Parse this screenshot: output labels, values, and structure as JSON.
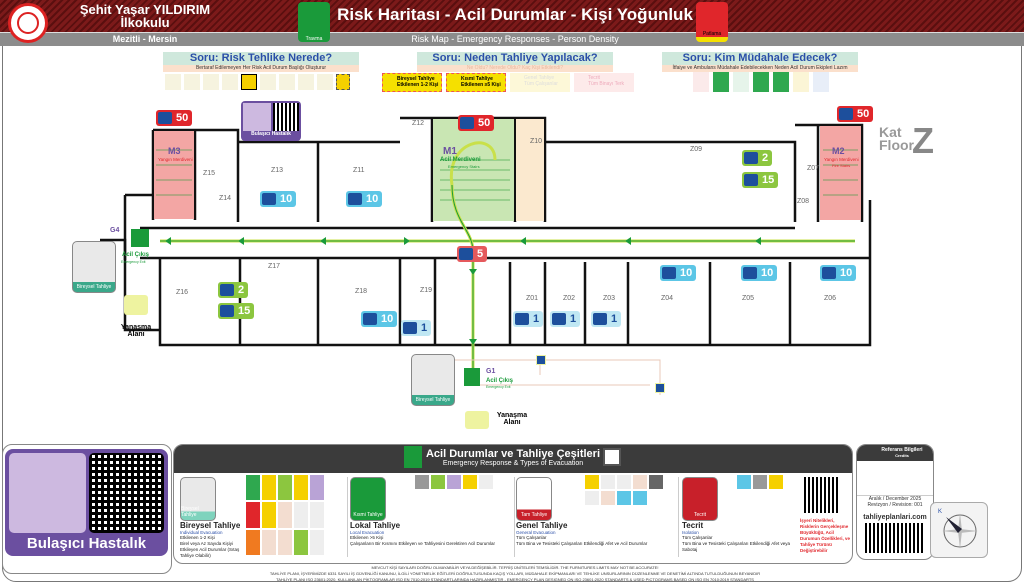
{
  "header": {
    "school_line1": "Şehit Yaşar YILDIRIM",
    "school_line2": "İlkokulu",
    "location": "Mezitli - Mersin",
    "title": "Risk Haritası - Acil Durumlar - Kişi Yoğunluk",
    "subtitle": "Risk Map - Emergency Responses - Person Density",
    "left_icon_label": "Travma",
    "right_icon_label": "Patlama"
  },
  "questions": [
    {
      "title": "Soru: Risk Tehlike Nerede?",
      "sub": "Bertaraf Edilemeyen Her Risk Acil Durum Başlığı Oluşturur"
    },
    {
      "title": "Soru: Neden Tahliye Yapılacak?",
      "sub": "Ne Oldu? Nerede Oldu? Kaç Kişi Etkilendi?"
    },
    {
      "title": "Soru: Kim Müdahale Edecek?",
      "sub": "İtfaiye ve Ambulans Müdahale Edebilecekken Neden Acil Durum Ekipleri Lazım"
    }
  ],
  "evac_chips": [
    {
      "label": "Bireysel Tahliye",
      "sub": "Etkilenen 1-2 Kişi"
    },
    {
      "label": "Kısmi Tahliye",
      "sub": "Etkilenen ≥5 Kişi"
    },
    {
      "label": "Genel Tahliye",
      "sub": "Tüm Çalışanlar"
    },
    {
      "label": "Tecrit",
      "sub": "Tüm Binayı Terk"
    }
  ],
  "floor": {
    "kat": "Kat",
    "floor": "Floor",
    "letter": "Z"
  },
  "rooms": [
    "Z12",
    "M1",
    "Z10",
    "Z09",
    "Z08",
    "Z07",
    "M2",
    "M3",
    "Z15",
    "Z14",
    "Z13",
    "Z11",
    "Z16",
    "Z17",
    "Z18",
    "Z19",
    "Z01",
    "Z02",
    "Z03",
    "Z04",
    "Z05",
    "Z06"
  ],
  "stairs": {
    "m1": "Acil Merdiveni",
    "m1_en": "Emergency Stairs",
    "m2": "Yangın Merdiveni",
    "m2_en": "Fire Stairs"
  },
  "badges": {
    "stair_cap": "50",
    "corridor": "5",
    "classroom": "10",
    "wc": "2",
    "dining": "15",
    "desk": "1"
  },
  "exits": {
    "g4": "G4",
    "g1": "G1",
    "exit": "Acil Çıkış",
    "exit_en": "Emergency Exit",
    "individual": "Bireysel Tahliye",
    "assembly1": "Yanaşma",
    "assembly2": "Alanı"
  },
  "infect": {
    "label": "Bulaşıcı Hastalık"
  },
  "legend": {
    "title": "Acil Durumlar ve Tahliye Çeşitleri",
    "subtitle": "Emergency Response & Types of Evacuation",
    "types": [
      {
        "name": "Bireysel Tahliye",
        "en": "Individual Evacuation",
        "who": "Etkilenen 1-2 Kişi",
        "desc": "Birel veya Az Sayıda Kişiyi Etkileyen Acil Durumlar (Sıtaş Tahliye Olabilir)",
        "sign": "Bireysel Tahliye",
        "color": "#7fd3bd"
      },
      {
        "name": "Lokal Tahliye",
        "en": "Local Evacuation",
        "who": "Etkilenen >5 Kişi",
        "desc": "Çalışanların Bir Kısmını Etkileyen ve Tahliyesini Gerektiren Acil Durumlar",
        "sign": "Kısmi Tahliye",
        "color": "#1a9a3a"
      },
      {
        "name": "Genel Tahliye",
        "en": "General Evacuation",
        "who": "Tüm Çalışanlar",
        "desc": "Tüm Bina ve Tesisteki Çalışanları Etkilendiği Afet ve Acil Durumlar",
        "sign": "Tam Tahliye",
        "color": "#e0262b"
      },
      {
        "name": "Tecrit",
        "en": "Isolation",
        "who": "Tüm Çalışanlar",
        "desc": "Tüm Bina ve Tesisteki Çalışanları Etkilendiği Afet veya Sabotaj",
        "sign": "Tecrit",
        "color": "#c8202a"
      }
    ],
    "note": "İşyeri Nitelikleri, Risklerin Gerçekleşme Büyüklüğü, Acil Durumun Özellikleri, ve Tahliye Türünü Değiştirebilir"
  },
  "credits": {
    "title": "Referans Bilgileri",
    "title_en": "Credits",
    "date": "Aralık / December 2025",
    "revision": "Revizyon / Revision: 001",
    "site": "tahliyeplanlari.com",
    "compass": "K"
  },
  "footer": [
    "MEVCUT KİŞİ SAYILARI DOĞRU OLMAYABİLİR VEYA DEĞİŞEBİLİR. TEFRİŞ ÜNİTELERİ TEMSİLİDİR. THE FURNITURES LIMITS MAY NOT BE ACCURATE!",
    "TAHLİYE PLANI, İŞYERİMİZDE 6331 SAYILI İŞ GÜVENLİĞİ KANUNU, İLGİLİ YÖNETMELİK EĞİTLERİ DOĞRULTUSUNDA KAÇIŞ YOLLARI, MÜDAHALE EKİPMANLARI VE TEHLİKE UNSURLARININ DÜZENLENME VE DENETİMİ ALTINDA TUTULDUĞUNUN BEYANIDIR",
    "TAHLİYE PLANI ISO 23601:2020, KULLANILAN PİKTOGRAMLAR ISO EN 7010:2019 STANDARTLARINDA HAZIRLANMIŞTIR - EMERGENCY PLAN DESIGNED ON ISO 23601:2020 STANDARTS & USED PICTOGRAMS BASED ON ISO EN 7010:2019 STANDARTS"
  ],
  "colors": {
    "header": "#7c1a1a",
    "exit_green": "#1a9a3a",
    "danger_red": "#e0262b",
    "infect_purple": "#6b4fa0",
    "density_cyan": "#5cc6e6",
    "density_lime": "#8cc63f"
  }
}
